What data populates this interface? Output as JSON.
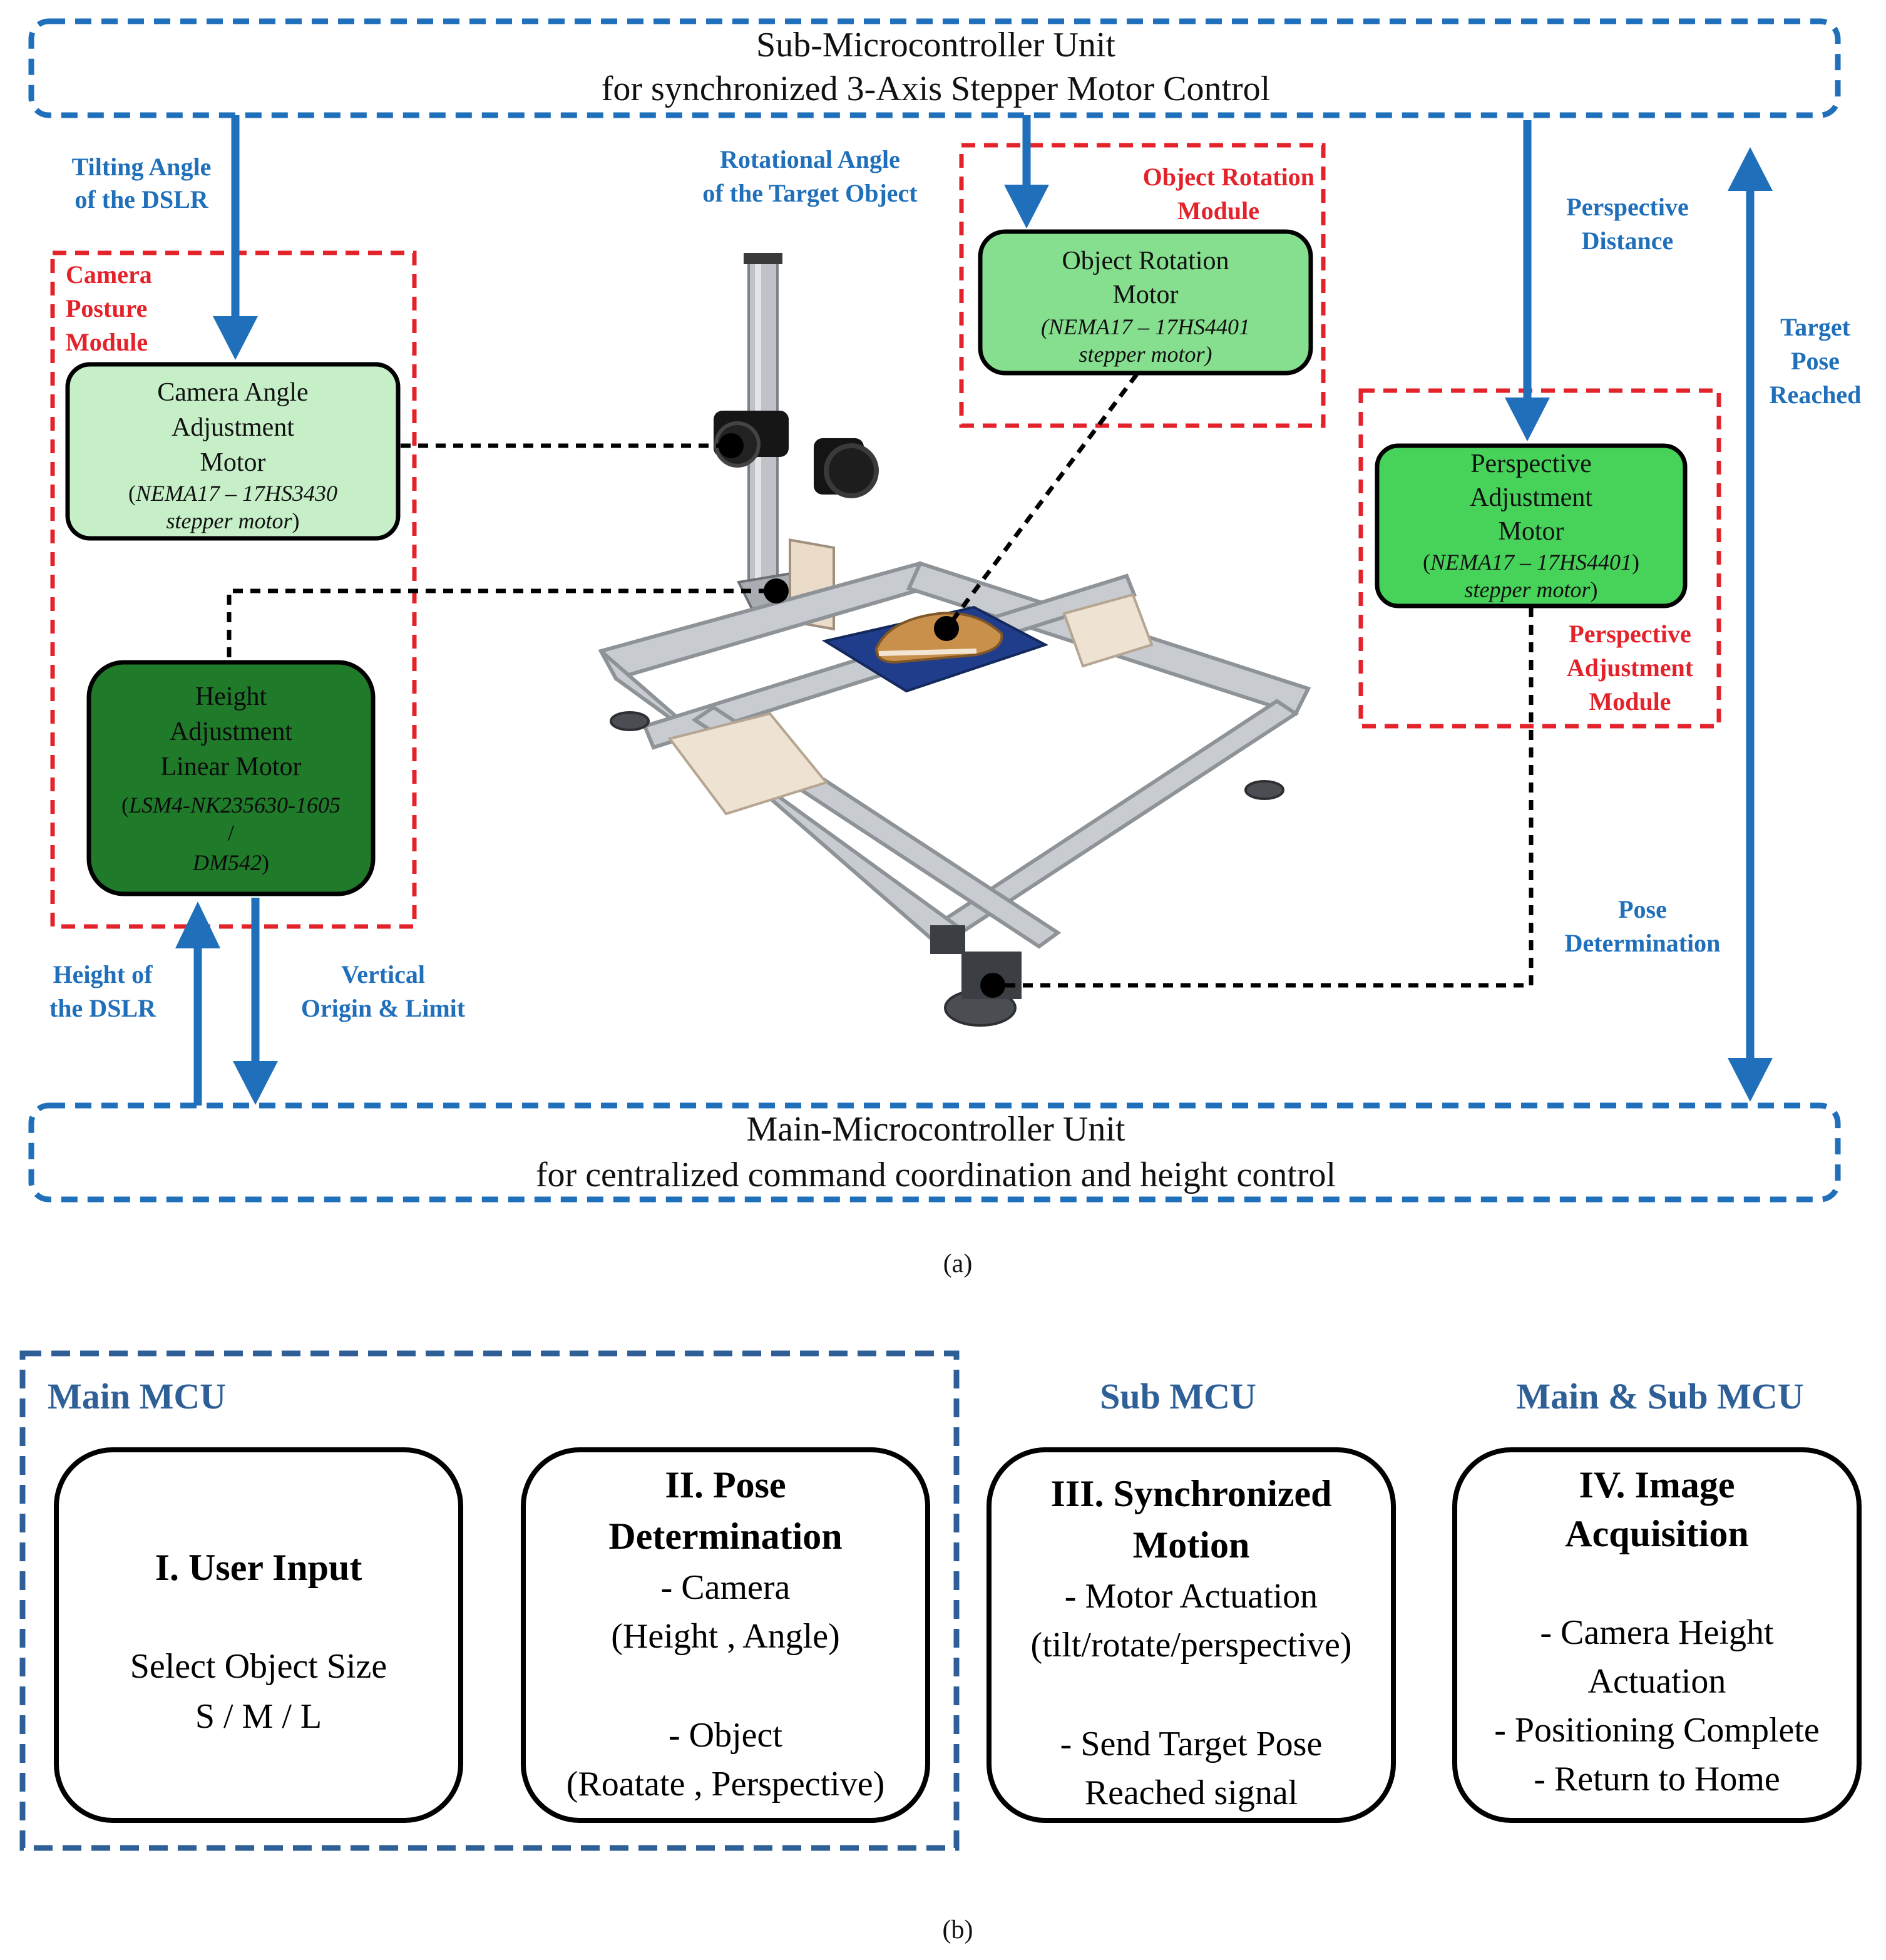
{
  "colors": {
    "blue": "#1f6fba",
    "dark_blue": "#2e5f96",
    "red": "#e3222a",
    "black": "#000000",
    "green_light": "#c6efc8",
    "green_mid": "#86df8f",
    "green_bright": "#47d35a",
    "green_dark": "#1f7a2a"
  },
  "part_a": {
    "label": "(a)",
    "sub_mcu": {
      "line1": "Sub-Microcontroller Unit",
      "line2": "for synchronized 3-Axis Stepper Motor Control"
    },
    "main_mcu": {
      "line1": "Main-Microcontroller Unit",
      "line2": "for centralized command coordination and height control"
    },
    "signals": {
      "tilting": [
        "Tilting Angle",
        "of the DSLR"
      ],
      "rotational": [
        "Rotational Angle",
        "of the Target Object"
      ],
      "perspective": [
        "Perspective",
        "Distance"
      ],
      "target_pose": [
        "Target",
        "Pose",
        "Reached"
      ],
      "pose_determination": [
        "Pose",
        "Determination"
      ],
      "height": [
        "Height of",
        "the DSLR"
      ],
      "vertical": [
        "Vertical",
        "Origin & Limit"
      ]
    },
    "modules": {
      "camera_posture": [
        "Camera",
        "Posture",
        "Module"
      ],
      "object_rotation": [
        "Object Rotation",
        "Module"
      ],
      "perspective_adjustment": [
        "Perspective",
        "Adjustment",
        "Module"
      ]
    },
    "motors": {
      "camera_angle": {
        "lines": [
          "Camera Angle",
          "Adjustment",
          "Motor"
        ],
        "spec_open": "(",
        "spec_italic": "NEMA17 – 17HS3430",
        "spec2_italic": "stepper motor",
        "spec_close": ")"
      },
      "height": {
        "lines": [
          "Height",
          "Adjustment",
          "Linear Motor"
        ],
        "spec_open": "(",
        "spec_italic": "LSM4-NK235630-1605",
        "slash": "/",
        "spec2_italic": "DM542",
        "spec_close": ")"
      },
      "object_rotation": {
        "lines": [
          "Object Rotation",
          "Motor"
        ],
        "spec_italic": "(NEMA17 – 17HS4401",
        "spec2_italic": "stepper motor)"
      },
      "perspective": {
        "lines": [
          "Perspective",
          "Adjustment",
          "Motor"
        ],
        "spec_open": "(",
        "spec_italic": "NEMA17 – 17HS4401",
        "spec2_italic": "stepper motor",
        "spec_close": ")"
      }
    }
  },
  "part_b": {
    "label": "(b)",
    "groups": {
      "main": "Main MCU",
      "sub": "Sub MCU",
      "both": "Main & Sub MCU"
    },
    "steps": [
      {
        "title": [
          "I. User Input"
        ],
        "body": [
          "Select Object Size",
          "S / M / L"
        ]
      },
      {
        "title": [
          "II. Pose",
          "Determination"
        ],
        "body": [
          "- Camera",
          "(Height , Angle)",
          "",
          "- Object",
          "(Roatate , Perspective)"
        ]
      },
      {
        "title": [
          "III. Synchronized",
          "Motion"
        ],
        "body": [
          "- Motor Actuation",
          "(tilt/rotate/perspective)",
          "",
          "- Send Target Pose",
          "Reached signal"
        ]
      },
      {
        "title": [
          "IV. Image",
          "Acquisition"
        ],
        "body": [
          "",
          "- Camera Height",
          "Actuation",
          "- Positioning Complete",
          "- Return to Home"
        ]
      }
    ]
  }
}
